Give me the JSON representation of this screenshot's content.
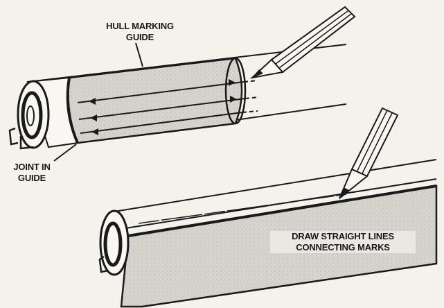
{
  "labels": {
    "hull_marking_guide": {
      "line1": "HULL MARKING",
      "line2": "GUIDE"
    },
    "joint_in_guide": {
      "line1": "JOINT IN",
      "line2": "GUIDE"
    },
    "draw_lines": {
      "line1": "DRAW STRAIGHT LINES",
      "line2": "CONNECTING MARKS"
    }
  },
  "colors": {
    "ink": "#1a1a1a",
    "paper": "#f4f2ea",
    "guide_fill": "#d8d6cf",
    "hull_fill": "#f8f7f2"
  }
}
